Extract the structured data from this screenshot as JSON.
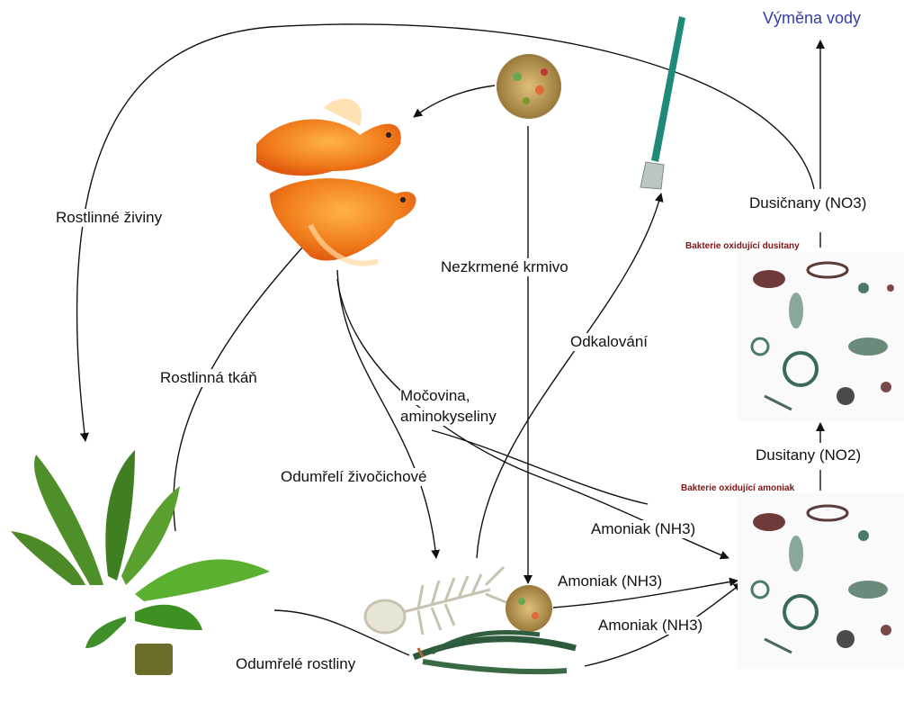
{
  "diagram": {
    "labels": {
      "water_change": "Výměna vody",
      "nitrates": "Dusičnany (NO3)",
      "nitrite_bacteria": "Bakterie oxidující dusitany",
      "nitrites": "Dusitany (NO2)",
      "ammonia_bacteria": "Bakterie oxidující amoniak",
      "plant_nutrients": "Rostlinné živiny",
      "plant_tissue": "Rostlinná tkáň",
      "uneaten_food": "Nezkrmené krmivo",
      "desludging": "Odkalování",
      "urea": "Močovina,",
      "amino_acids": "aminokyseliny",
      "dead_animals": "Odumřelí živočichové",
      "ammonia_1": "Amoniak (NH3)",
      "ammonia_2": "Amoniak (NH3)",
      "ammonia_3": "Amoniak (NH3)",
      "dead_plants": "Odumřelé rostliny"
    },
    "colors": {
      "arrow": "#111111",
      "water_text": "#3340a8",
      "bacteria_title": "#7a1515",
      "goldfish": "#f08a24",
      "plant": "#3f8f2a",
      "siphon": "#1f8a7a",
      "food": "#c9a24a",
      "bacteria": "#5a6b5a"
    },
    "icons": [
      "goldfish-icon",
      "fish-food-icon",
      "siphon-tube-icon",
      "aquarium-plant-icon",
      "fish-skeleton-icon",
      "dead-plant-icon",
      "bacteria-nitrite-icon",
      "bacteria-ammonia-icon"
    ]
  }
}
